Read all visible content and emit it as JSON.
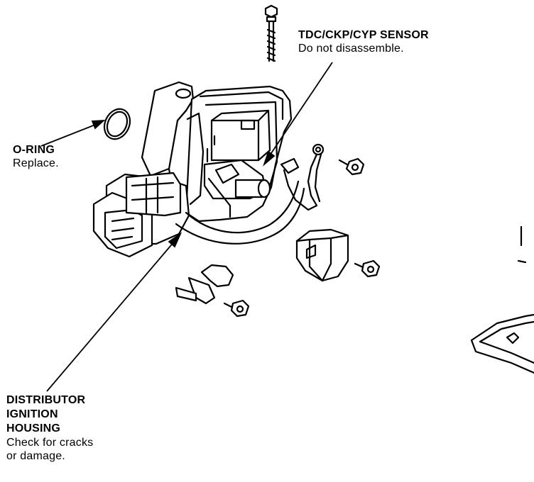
{
  "diagram": {
    "callouts": [
      {
        "id": "tdc",
        "title": "TDC/CKP/CYP SENSOR",
        "note": "Do not disassemble."
      },
      {
        "id": "oring",
        "title": "O-RING",
        "note": "Replace."
      },
      {
        "id": "dist",
        "title_lines": [
          "DISTRIBUTOR",
          "IGNITION",
          "HOUSING"
        ],
        "note_lines": [
          "Check for cracks",
          "or damage."
        ]
      }
    ]
  }
}
